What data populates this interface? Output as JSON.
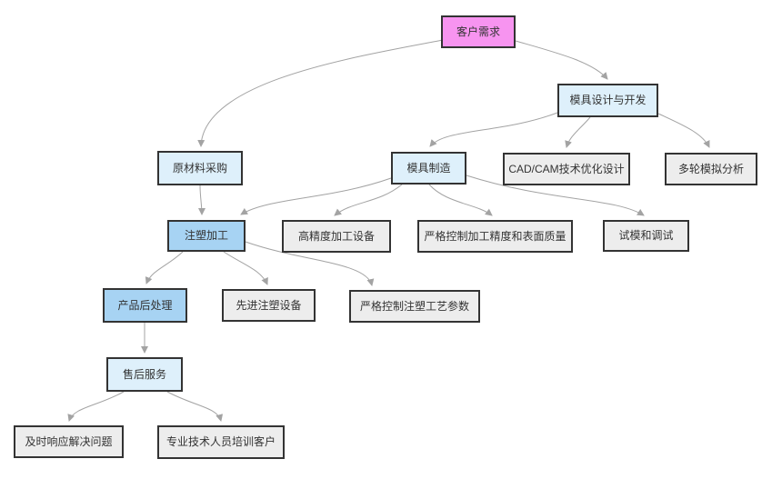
{
  "diagram": {
    "type": "flowchart",
    "nodes": {
      "customer_demand": {
        "label": "客户需求",
        "fill": "#f794f0"
      },
      "mold_design": {
        "label": "模具设计与开发",
        "fill": "#def0fb"
      },
      "raw_material": {
        "label": "原材料采购",
        "fill": "#def0fb"
      },
      "mold_manufacture": {
        "label": "模具制造",
        "fill": "#def0fb"
      },
      "cad_cam": {
        "label": "CAD/CAM技术优化设计",
        "fill": "#ededed"
      },
      "multi_sim": {
        "label": "多轮模拟分析",
        "fill": "#ededed"
      },
      "injection": {
        "label": "注塑加工",
        "fill": "#a7d3f3"
      },
      "high_precision": {
        "label": "高精度加工设备",
        "fill": "#ededed"
      },
      "strict_precision": {
        "label": "严格控制加工精度和表面质量",
        "fill": "#ededed"
      },
      "trial_mold": {
        "label": "试模和调试",
        "fill": "#ededed"
      },
      "post_processing": {
        "label": "产品后处理",
        "fill": "#a7d3f3"
      },
      "advanced_equipment": {
        "label": "先进注塑设备",
        "fill": "#ededed"
      },
      "strict_params": {
        "label": "严格控制注塑工艺参数",
        "fill": "#ededed"
      },
      "after_sales": {
        "label": "售后服务",
        "fill": "#def0fb"
      },
      "timely_response": {
        "label": "及时响应解决问题",
        "fill": "#ededed"
      },
      "training": {
        "label": "专业技术人员培训客户",
        "fill": "#ededed"
      }
    },
    "edges": [
      {
        "from": "customer_demand",
        "to": "raw_material"
      },
      {
        "from": "customer_demand",
        "to": "mold_design"
      },
      {
        "from": "mold_design",
        "to": "mold_manufacture"
      },
      {
        "from": "mold_design",
        "to": "cad_cam"
      },
      {
        "from": "mold_design",
        "to": "multi_sim"
      },
      {
        "from": "raw_material",
        "to": "injection"
      },
      {
        "from": "mold_manufacture",
        "to": "injection"
      },
      {
        "from": "mold_manufacture",
        "to": "high_precision"
      },
      {
        "from": "mold_manufacture",
        "to": "strict_precision"
      },
      {
        "from": "mold_manufacture",
        "to": "trial_mold"
      },
      {
        "from": "injection",
        "to": "post_processing"
      },
      {
        "from": "injection",
        "to": "advanced_equipment"
      },
      {
        "from": "injection",
        "to": "strict_params"
      },
      {
        "from": "post_processing",
        "to": "after_sales"
      },
      {
        "from": "after_sales",
        "to": "timely_response"
      },
      {
        "from": "after_sales",
        "to": "training"
      }
    ],
    "colors": {
      "node_border": "#333333",
      "edge_line": "#a3a3a3",
      "text": "#333333",
      "background": "#ffffff"
    }
  }
}
